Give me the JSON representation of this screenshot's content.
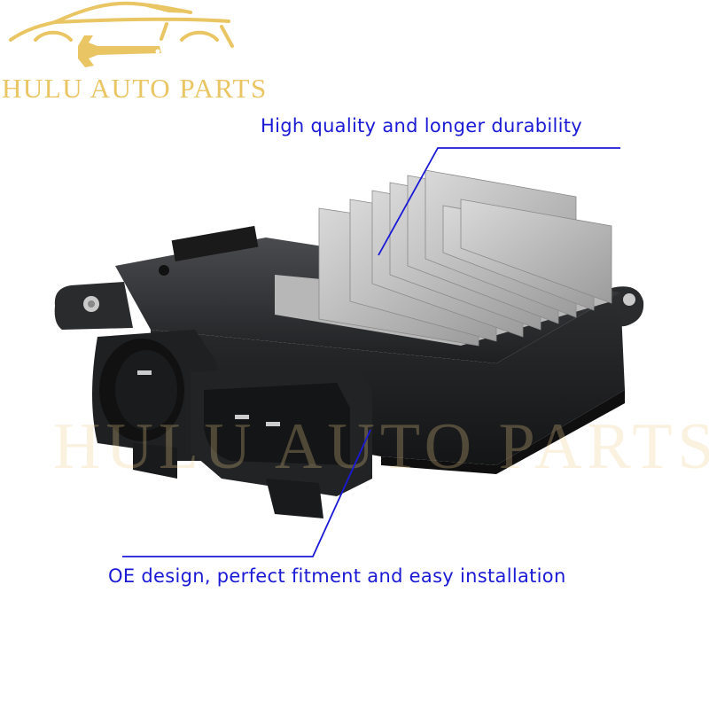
{
  "brand": {
    "name": "HULU AUTO PARTS",
    "logo_icon": "car-silhouette-with-wrench-icon",
    "color": "#e9c563"
  },
  "watermark": {
    "text": "HULU AUTO PARTS"
  },
  "product": {
    "description": "Black plastic cooling fan control module with aluminum heat sink fins and two electrical connectors"
  },
  "callouts": {
    "top": "High quality and longer durability",
    "bottom": "OE design, perfect fitment and easy installation",
    "color": "#1a1ad6"
  }
}
